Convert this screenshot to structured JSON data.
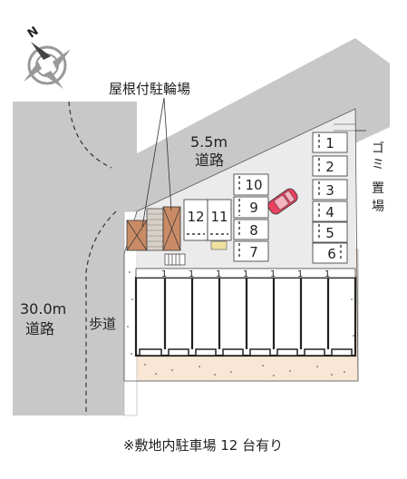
{
  "map": {
    "bike_parking_label": "屋根付駐輪場",
    "road_east_width": "5.5m",
    "road_east_word": "道路",
    "road_main_width": "30.0m",
    "road_main_word": "道路",
    "sidewalk_label": "歩道",
    "garbage_label_chars": [
      "ゴ",
      "ミ",
      "置",
      "場"
    ],
    "parking_spaces": [
      "1",
      "2",
      "3",
      "4",
      "5",
      "6",
      "7",
      "8",
      "9",
      "10",
      "11",
      "12"
    ],
    "building_unit_marks": [
      "1",
      "1",
      "1",
      "1",
      "1",
      "1",
      "1"
    ],
    "footnote": "※敷地内駐車場 12 台有り"
  },
  "compass": {
    "north_letter": "N"
  },
  "colors": {
    "road": "#c8c8c8",
    "lot": "#ebebeb",
    "site_bg": "#f9e6d5",
    "bike_roof": "#c98b66",
    "car": "#e8415f",
    "outline": "#333333"
  }
}
